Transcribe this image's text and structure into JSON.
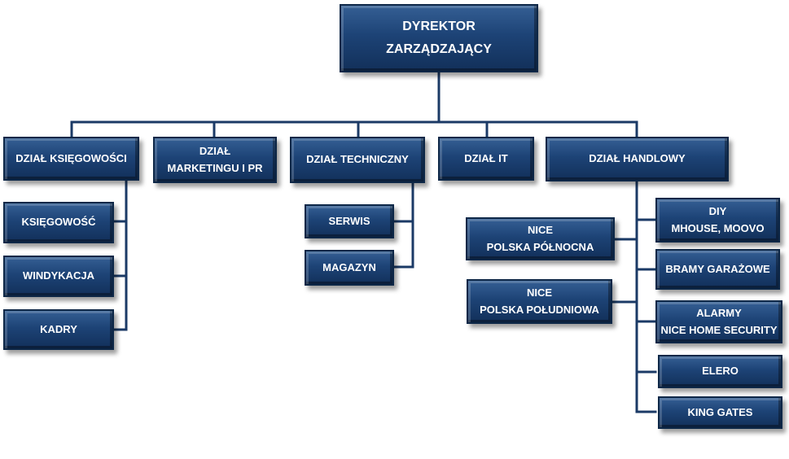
{
  "org_chart": {
    "root": {
      "label": "DYREKTOR\nZARZĄDZAJĄCY"
    },
    "departments": [
      {
        "label": "DZIAŁ KSIĘGOWOŚCI",
        "children": [
          "KSIĘGOWOŚĆ",
          "WINDYKACJA",
          "KADRY"
        ]
      },
      {
        "label": "DZIAŁ\nMARKETINGU I PR",
        "children": []
      },
      {
        "label": "DZIAŁ TECHNICZNY",
        "children": [
          "SERWIS",
          "MAGAZYN"
        ]
      },
      {
        "label": "DZIAŁ IT",
        "children": []
      },
      {
        "label": "DZIAŁ HANDLOWY",
        "children_left": [
          "NICE\nPOLSKA PÓŁNOCNA",
          "NICE\nPOLSKA POŁUDNIOWA"
        ],
        "children_right": [
          "DIY\nMHOUSE, MOOVO",
          "BRAMY GARAŻOWE",
          "ALARMY\nNICE HOME SECURITY",
          "ELERO",
          "KING GATES"
        ]
      }
    ]
  }
}
